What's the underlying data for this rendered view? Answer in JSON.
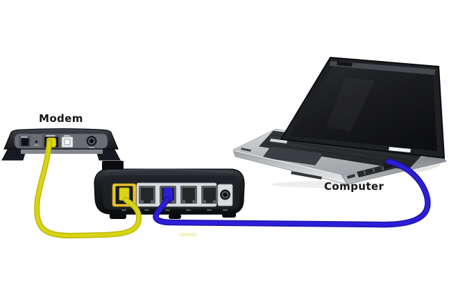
{
  "diagram": {
    "background": "#ffffff",
    "labels": {
      "modem": "Modem",
      "computer": "Computer"
    },
    "devices": {
      "modem": {
        "label": "Modem",
        "view": "rear",
        "ports": [
          "phone",
          "reset",
          "ethernet",
          "usb",
          "power"
        ]
      },
      "router": {
        "view": "rear",
        "ports": [
          "wan",
          "lan1",
          "lan2",
          "lan3",
          "lan4",
          "power"
        ]
      },
      "computer": {
        "label": "Computer",
        "type": "laptop"
      }
    },
    "connections": [
      {
        "id": "yellow-cable",
        "from": "modem-ethernet-port",
        "to": "router-wan-port",
        "color": "#d6d013"
      },
      {
        "id": "blue-cable",
        "from": "router-lan-port-2",
        "to": "computer-ethernet-port",
        "color": "#2a1dd2"
      }
    ],
    "colors": {
      "cable_yellow": "#d9d414",
      "cable_yellow_dark": "#bdb80a",
      "cable_blue": "#2d1fd6",
      "cable_blue_dark": "#1e12ab",
      "wan_bezel_yellow": "#e9c52c",
      "plug_yellow": "#ddd414",
      "plug_blue": "#2d1fd6",
      "device_black": "#17181c",
      "panel_gray": "#6a6e74",
      "bezel_silver": "#d9dbdd",
      "label_text": "#151515"
    }
  }
}
